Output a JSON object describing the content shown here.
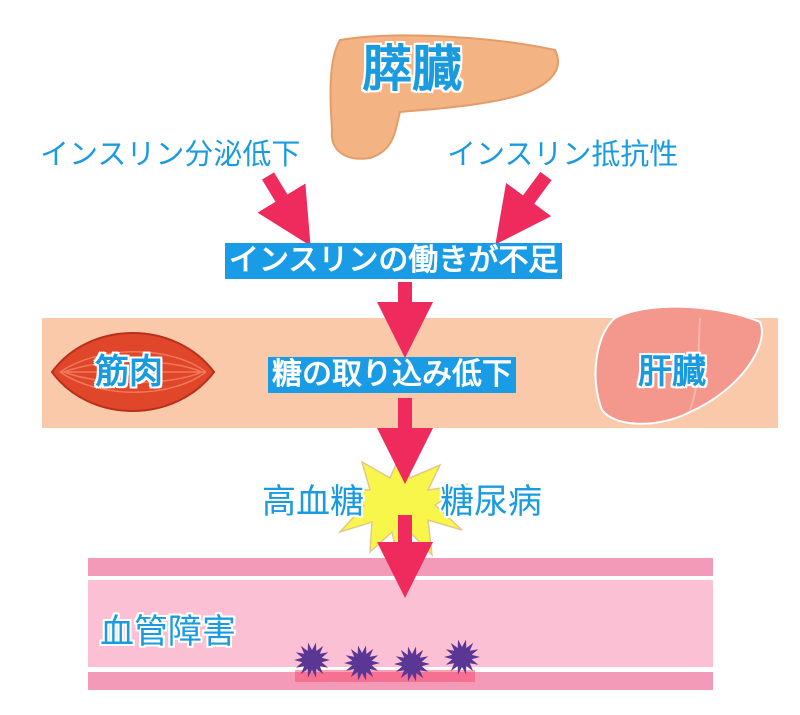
{
  "labels": {
    "pancreas": "膵臓",
    "insulin_secretion_decline": "インスリン分泌低下",
    "insulin_resistance": "インスリン抵抗性",
    "insufficient_insulin_action": "インスリンの働きが不足",
    "muscle": "筋肉",
    "reduced_glucose_uptake": "糖の取り込み低下",
    "liver": "肝臓",
    "hyperglycemia": "高血糖",
    "diabetes": "糖尿病",
    "vascular_damage": "血管障害"
  },
  "colors": {
    "text_blue": "#1a9be0",
    "arrow": "#ef2a5c",
    "peach_band": "#f9c9aa",
    "pancreas": "#f4b382",
    "muscle": "#e0462a",
    "liver": "#f4978c",
    "starburst": "#f8f64a",
    "vessel_wall": "#f49ab9",
    "vessel_lumen": "#fbc0d3",
    "virus": "#5b3795"
  }
}
